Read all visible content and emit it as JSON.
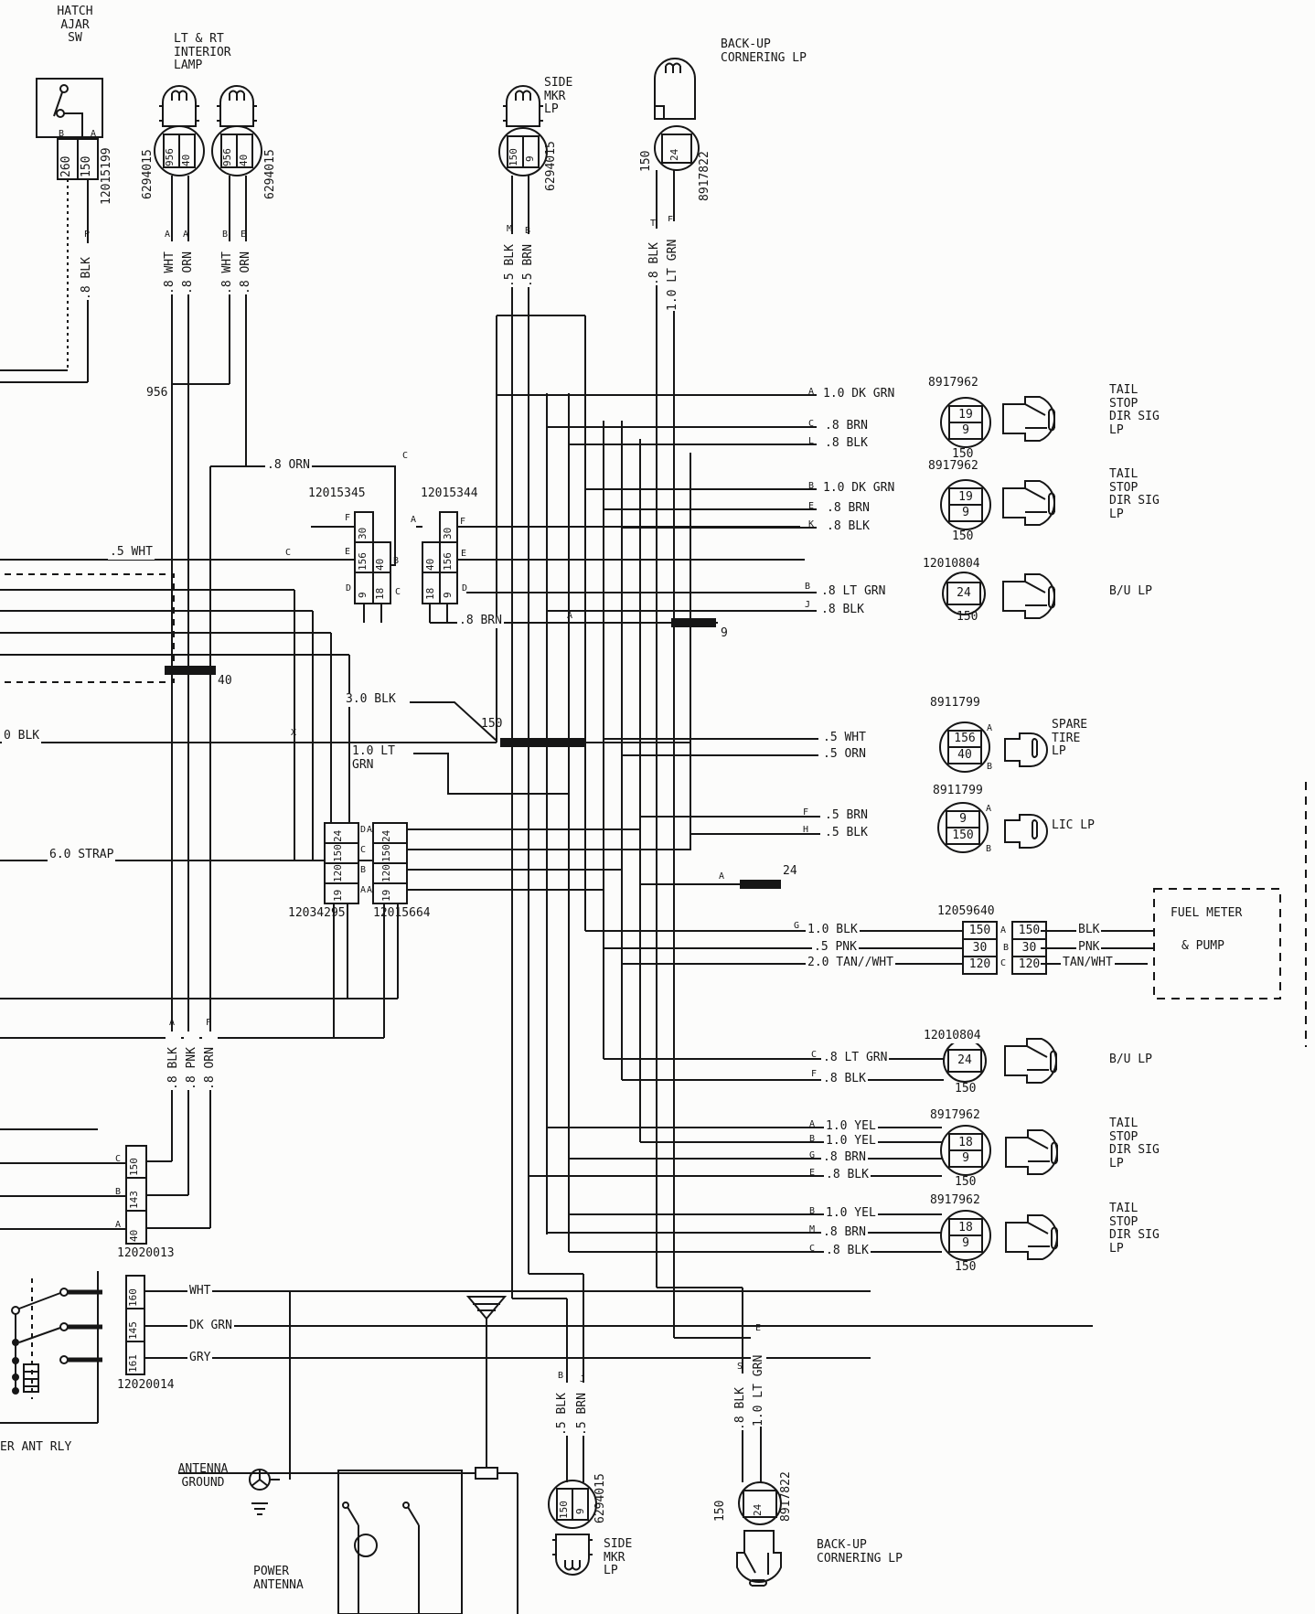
{
  "hatch": {
    "title": "HATCH\nAJAR\nSW",
    "pin_b": "B",
    "pin_a": "A",
    "cells": [
      "260",
      "150"
    ],
    "part": "12015199",
    "wire_pin": "P",
    "wire": ".8 BLK"
  },
  "interior": {
    "title": "LT & RT\nINTERIOR\nLAMP",
    "part": "6294015",
    "part2": "6294015",
    "cells": [
      "956",
      "40"
    ],
    "cells2": [
      "956",
      "40"
    ],
    "pins": [
      "A",
      "A",
      "B",
      "E"
    ],
    "wires": [
      ".8 WHT",
      ".8 ORN",
      ".8 WHT",
      ".8 ORN"
    ],
    "junction": "956"
  },
  "smk_top": {
    "title": "SIDE\nMKR\nLP",
    "part": "6294015",
    "cells": [
      "150",
      "9"
    ],
    "pins": [
      "M",
      "B"
    ],
    "wires": [
      ".5 BLK",
      ".5 BRN"
    ]
  },
  "bup_top": {
    "title": "BACK-UP\nCORNERING LP",
    "part": "8917822",
    "cell": "24",
    "side": "150",
    "pins": [
      "T",
      "F"
    ],
    "wires": [
      ".8 BLK",
      "1.0 LT GRN"
    ]
  },
  "tail1": {
    "part": "8917962",
    "rows": [
      [
        "A",
        "1.0 DK GRN"
      ],
      [
        "C",
        ".8 BRN"
      ],
      [
        "L",
        ".8 BLK"
      ]
    ],
    "cells": [
      "19",
      "9"
    ],
    "ground": "150",
    "title": "TAIL\nSTOP\nDIR SIG\nLP"
  },
  "tail2": {
    "part": "8917962",
    "rows": [
      [
        "B",
        "1.0 DK GRN"
      ],
      [
        "E",
        ".8 BRN"
      ],
      [
        "K",
        ".8 BLK"
      ]
    ],
    "cells": [
      "19",
      "9"
    ],
    "ground": "150",
    "title": "TAIL\nSTOP\nDIR SIG\nLP"
  },
  "bu1": {
    "part": "12010804",
    "rows": [
      [
        "B",
        ".8 LT GRN"
      ],
      [
        "J",
        ".8 BLK"
      ]
    ],
    "cell": "24",
    "ground": "150",
    "title": "B/U LP"
  },
  "spare": {
    "part": "8911799",
    "rows": [
      [
        " ",
        ".5 WHT"
      ],
      [
        " ",
        ".5 ORN"
      ]
    ],
    "cells": [
      "156",
      "40"
    ],
    "pin_a": "A",
    "pin_b": "B",
    "title": "SPARE\nTIRE\nLP"
  },
  "lic": {
    "part": "8911799",
    "rows": [
      [
        "F",
        ".5 BRN"
      ],
      [
        "H",
        ".5 BLK"
      ]
    ],
    "cells": [
      "9",
      "150"
    ],
    "pin_a": "A",
    "pin_b": "B",
    "title": "LIC LP"
  },
  "fuel": {
    "part": "12059640",
    "rows": [
      [
        "G",
        "1.0 BLK",
        "BLK"
      ],
      [
        " ",
        ".5 PNK",
        "PNK"
      ],
      [
        " ",
        "2.0 TAN//WHT",
        "TAN/WHT"
      ]
    ],
    "cells": [
      "150",
      "30",
      "120"
    ],
    "cells2": [
      "150",
      "30",
      "120"
    ],
    "pins": [
      "A",
      "B",
      "C"
    ],
    "title": "FUEL METER",
    "title2": "& PUMP"
  },
  "bu2": {
    "part": "12010804",
    "rows": [
      [
        "C",
        ".8 LT GRN"
      ],
      [
        "F",
        ".8 BLK"
      ]
    ],
    "cell": "24",
    "ground": "150",
    "title": "B/U LP"
  },
  "tail3": {
    "part": "8917962",
    "rows": [
      [
        "A",
        "1.0 YEL"
      ],
      [
        "B",
        "1.0 YEL"
      ],
      [
        "G",
        ".8 BRN"
      ],
      [
        "E",
        ".8 BLK"
      ]
    ],
    "cells": [
      "18",
      "9"
    ],
    "ground": "150",
    "title": "TAIL\nSTOP\nDIR SIG\nLP"
  },
  "tail4": {
    "part": "8917962",
    "rows": [
      [
        "B",
        "1.0 YEL"
      ],
      [
        "M",
        ".8 BRN"
      ],
      [
        "C",
        ".8 BLK"
      ]
    ],
    "cells": [
      "18",
      "9"
    ],
    "ground": "150",
    "title": "TAIL\nSTOP\nDIR SIG\nLP"
  },
  "midc": {
    "part_a": "12015345",
    "part_b": "12015344",
    "a": {
      "c1": "30",
      "c2": "156",
      "c3": "9",
      "c4": "40",
      "c5": "18",
      "pf": "F",
      "pe": "E",
      "pd": "D",
      "pb": "B",
      "pc": "C"
    },
    "b": {
      "c1": "30",
      "c2": "156",
      "c3": "9",
      "c4": "40",
      "c5": "18",
      "pf": "F",
      "pe": "E",
      "pd": "D",
      "pa": "A"
    },
    "orn": ".8 ORN",
    "orn_pin": "C",
    "wht": ".5 WHT",
    "wht_pin": "C",
    "brn": ".8 BRN"
  },
  "lowc": {
    "part_a": "12034295",
    "part_b": "12015664",
    "cells": [
      "24",
      "150",
      "120",
      "19"
    ],
    "cells2": [
      "24",
      "150",
      "120",
      "19"
    ],
    "pins": [
      "D",
      "C",
      "B",
      "A"
    ],
    "pin_a1": "A",
    "pin_a2": "A",
    "strap": "6.0 STRAP"
  },
  "splices": {
    "s9": "9",
    "s9_pin": "A",
    "s40": "40",
    "s150": "150",
    "s24": "24",
    "s24_pin": "A",
    "blk3": "3.0 BLK",
    "ltgrn": "1.0 LT\nGRN",
    "blk0": "0 BLK",
    "x_pin": "X"
  },
  "bl": {
    "part1": "12020013",
    "cells1": [
      "150",
      "143",
      "40"
    ],
    "pins1": [
      "C",
      "B",
      "A"
    ],
    "wires": [
      [
        "A",
        ".8 BLK"
      ],
      [
        " ",
        ".8 PNK"
      ],
      [
        "F",
        ".8 ORN"
      ]
    ],
    "part2": "12020014",
    "cells2": [
      "160",
      "145",
      "161"
    ],
    "wires2": [
      "WHT",
      "DK GRN",
      "GRY"
    ],
    "relay": "ER ANT RLY",
    "ant_gnd": "ANTENNA\nGROUND",
    "pwr_ant": "POWER\nANTENNA"
  },
  "smk_bot": {
    "title": "SIDE\nMKR\nLP",
    "part": "6294015",
    "cells": [
      "150",
      "9"
    ],
    "pins": [
      "B",
      "J"
    ],
    "wires": [
      ".5 BLK",
      ".5 BRN"
    ]
  },
  "bup_bot": {
    "title": "BACK-UP\nCORNERING LP",
    "part": "8917822",
    "cell": "24",
    "side": "150",
    "pins": [
      "S",
      "E"
    ],
    "wires": [
      ".8 BLK",
      "1.0 LT GRN"
    ]
  }
}
